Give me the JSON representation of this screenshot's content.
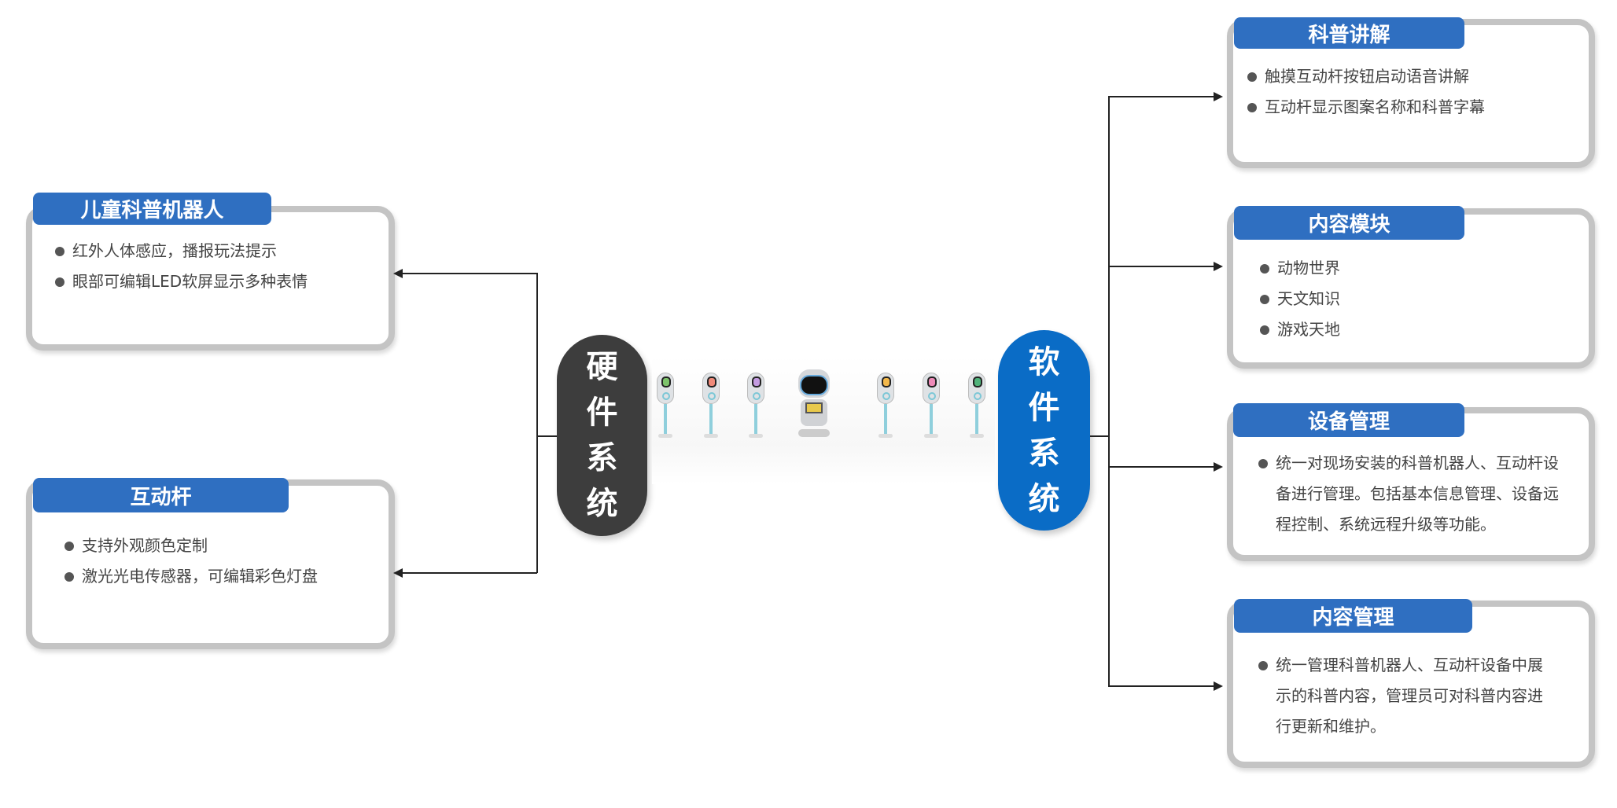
{
  "hardware": {
    "label_chars": [
      "硬",
      "件",
      "系",
      "统"
    ],
    "cards": [
      {
        "title": "儿童科普机器人",
        "items": [
          "红外人体感应，播报玩法提示",
          "眼部可编辑LED软屏显示多种表情"
        ]
      },
      {
        "title": "互动杆",
        "items": [
          "支持外观颜色定制",
          "激光光电传感器，可编辑彩色灯盘"
        ]
      }
    ]
  },
  "software": {
    "label_chars": [
      "软",
      "件",
      "系",
      "统"
    ],
    "cards": [
      {
        "title": "科普讲解",
        "items": [
          "触摸互动杆按钮启动语音讲解",
          "互动杆显示图案名称和科普字幕"
        ]
      },
      {
        "title": "内容模块",
        "items": [
          "动物世界",
          "天文知识",
          "游戏天地"
        ]
      },
      {
        "title": "设备管理",
        "items": [
          "统一对现场安装的科普机器人、互动杆设备进行管理。包括基本信息管理、设备远程控制、系统远程升级等功能。"
        ]
      },
      {
        "title": "内容管理",
        "items": [
          "统一管理科普机器人、互动杆设备中展示的科普内容，管理员可对科普内容进行更新和维护。"
        ]
      }
    ]
  },
  "colors": {
    "header_blue": "#2f6fc1",
    "hardware_pill": "#3d3d3d",
    "software_pill": "#0a6cc6"
  }
}
